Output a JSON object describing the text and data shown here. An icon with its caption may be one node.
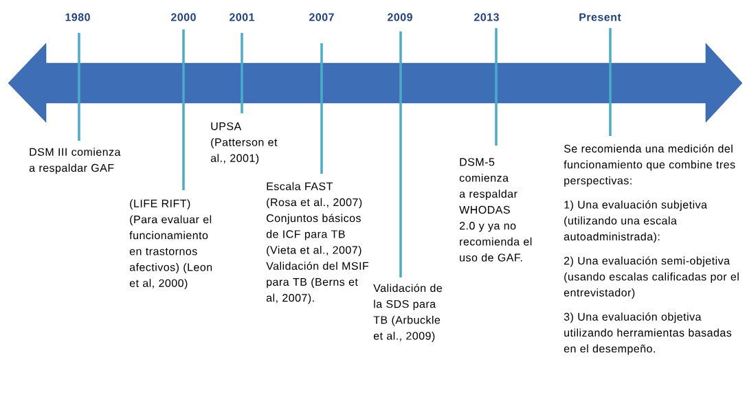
{
  "diagram": {
    "nodes": [
      {
        "text": [
          "1980"
        ]
      },
      {
        "text": [
          "2000"
        ]
      },
      {
        "text": [
          "2001"
        ]
      },
      {
        "text": [
          "2007"
        ]
      },
      {
        "text": [
          "2009"
        ]
      },
      {
        "text": [
          "2013"
        ]
      },
      {
        "text": [
          "Present"
        ]
      },
      {
        "text": [
          "DSM III comienza a respaldar GAF"
        ]
      },
      {
        "text": [
          "(LIFE RIFT) (Para evaluar el funcionamiento en trastornos afectivos) (Leon et al, 2000)"
        ]
      },
      {
        "text": [
          "UPSA (Patterson et al., 2001)"
        ]
      },
      {
        "text": [
          "Escala FAST (Rosa et al., 2007) Conjuntos básicos de ICF para TB (Vieta et al., 2007) Validación del MSIF para TB (Berns et al, 2007)."
        ]
      },
      {
        "text": [
          "Validación de la SDS para TB (Arbuckle et al., 2009)"
        ]
      },
      {
        "text": [
          "DSM-5 comienza a respaldar WHODAS 2.0 y ya no recomienda el uso de GAF."
        ]
      },
      {
        "text": [
          "Se recomienda una medición del funcionamiento que combine tres perspectivas:",
          "1) Una evaluación subjetiva (utilizando una escala autoadministrada):",
          "2) Una evaluación semi-objetiva (usando escalas calificadas por el entrevistador)",
          "3) Una evaluación objetiva utilizando herramientas basadas en el desempeño."
        ]
      }
    ],
    "edges": [
      {
        "from": 0,
        "to": 7,
        "arrow": "none"
      },
      {
        "from": 1,
        "to": 8,
        "arrow": "none"
      },
      {
        "from": 2,
        "to": 9,
        "arrow": "none"
      },
      {
        "from": 3,
        "to": 10,
        "arrow": "none"
      },
      {
        "from": 4,
        "to": 11,
        "arrow": "none"
      },
      {
        "from": 5,
        "to": 12,
        "arrow": "none"
      },
      {
        "from": 6,
        "to": 13,
        "arrow": "none"
      }
    ]
  }
}
